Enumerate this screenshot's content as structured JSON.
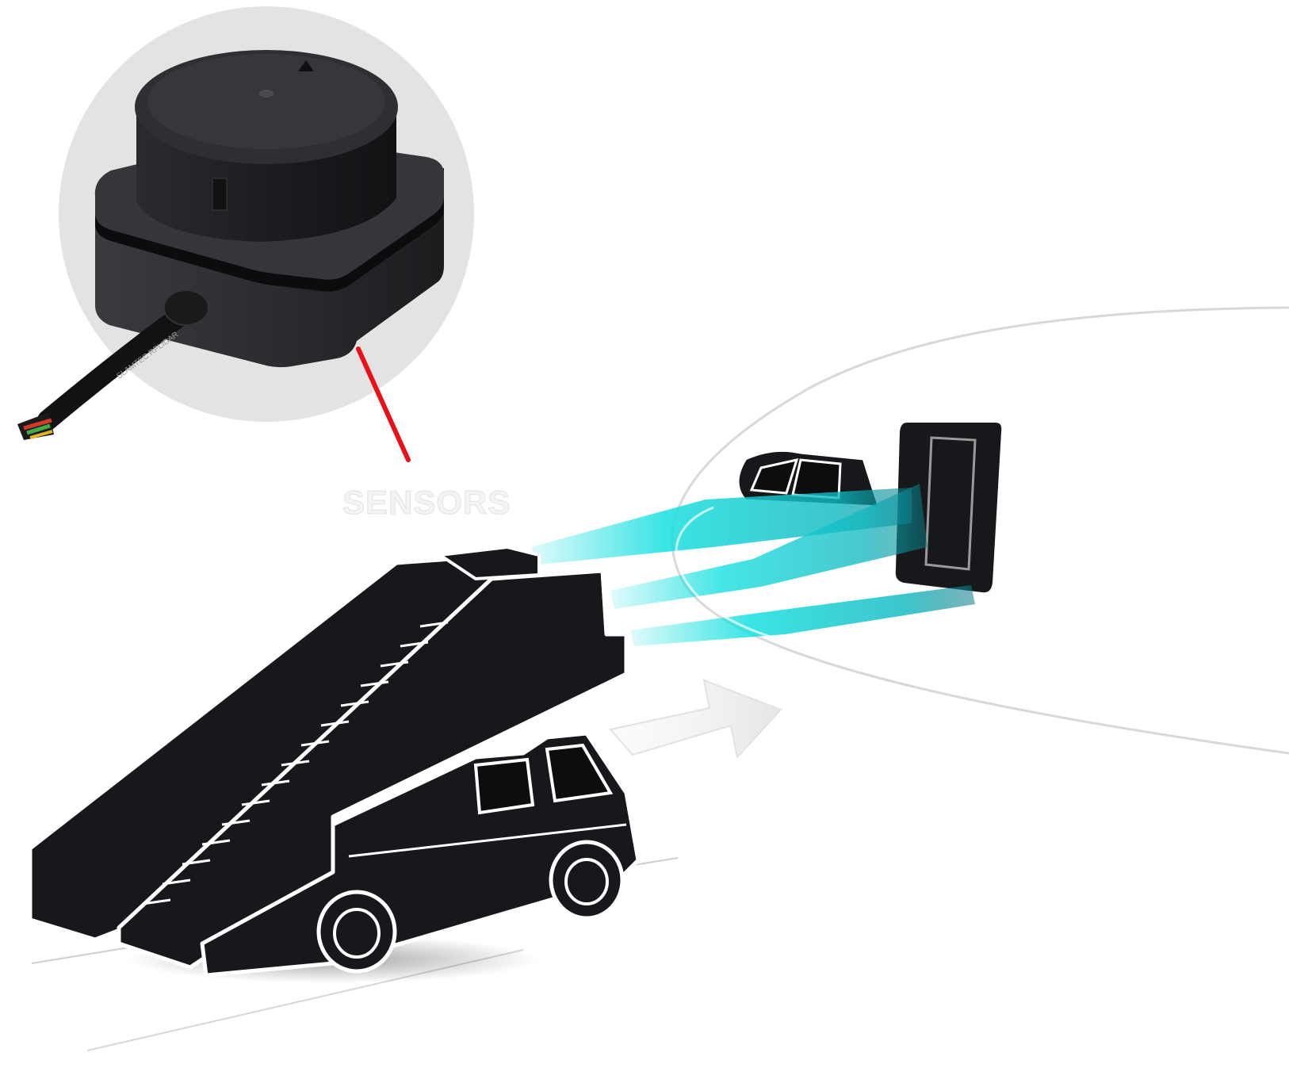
{
  "callout": {
    "label": "SENSORS",
    "cable_print": "SLAMTEC RPLIDAR"
  },
  "colors": {
    "page_background": "#ffffff",
    "callout_circle": "#e3e3e3",
    "sensor_body": "#2b2c2f",
    "sensor_top": "#1f2023",
    "pointer_line": "#e8101a",
    "scan_beam": "#19e0e0",
    "vehicle_fill": "#17181b",
    "vehicle_outline": "#ffffff",
    "scan_ring": "#d9d9d9",
    "direction_arrow": "#eeeeee"
  },
  "scene": {
    "objects": [
      "lidar-sensor",
      "mobile-boarding-stairs-truck",
      "aircraft-nose",
      "scan-beams",
      "direction-arrow"
    ]
  }
}
